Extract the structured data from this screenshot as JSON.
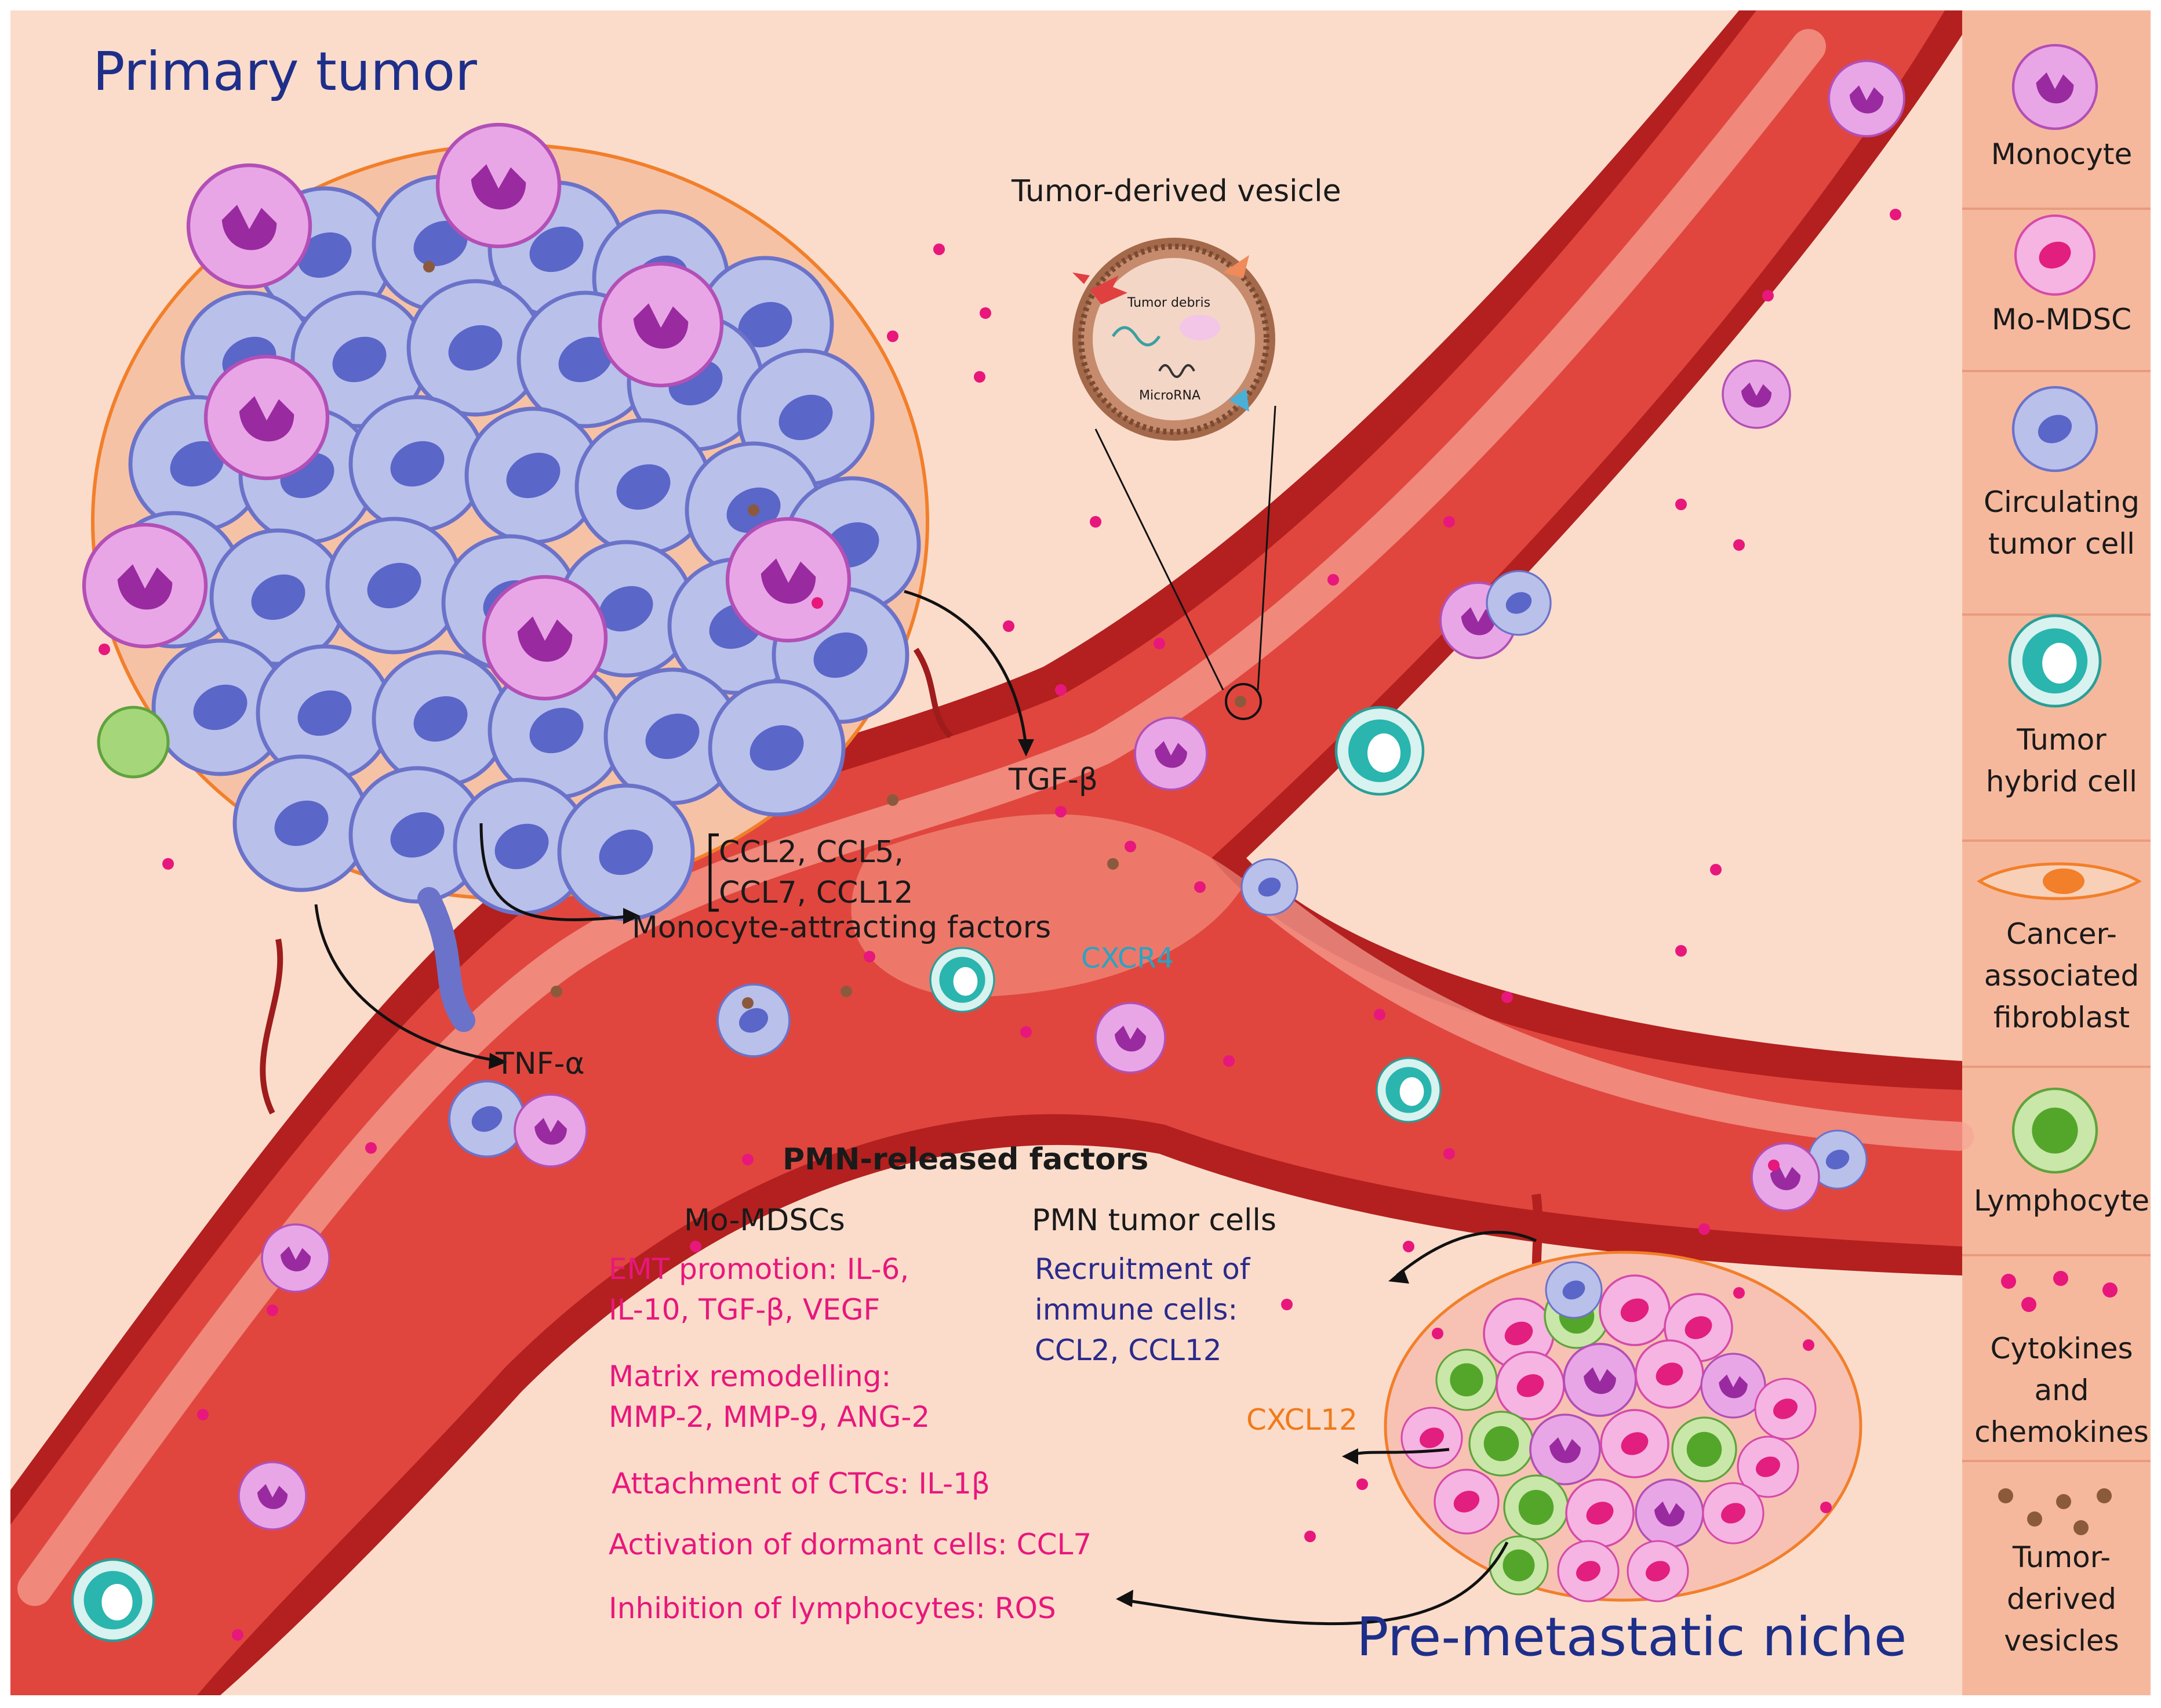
{
  "titles": {
    "primary_tumor": "Primary tumor",
    "pre_metastatic_niche": "Pre-metastatic niche"
  },
  "vesicle": {
    "title": "Tumor-derived vesicle",
    "debris_label": "Tumor debris",
    "microrna_label": "MicroRNA"
  },
  "factors": {
    "tgf_beta": "TGF-β",
    "ccl_line1": "CCL2, CCL5,",
    "ccl_line2": "CCL7, CCL12",
    "monocyte_attracting": "Monocyte-attracting factors",
    "tnf_alpha": "TNF-α",
    "cxcr4": "CXCR4",
    "cxcl12": "CXCL12"
  },
  "pmn": {
    "heading": "PMN-released factors",
    "mo_mdscs_heading": "Mo-MDSCs",
    "pmn_tumor_heading": "PMN tumor cells",
    "mdsc_items": [
      [
        "EMT promotion: IL-6,",
        "IL-10, TGF-β, VEGF"
      ],
      [
        "Matrix remodelling:",
        "MMP-2, MMP-9, ANG-2"
      ],
      [
        "Attachment of CTCs: IL-1β"
      ],
      [
        "Activation of dormant cells: CCL7"
      ],
      [
        "Inhibition of lymphocytes: ROS"
      ]
    ],
    "tumor_items": [
      "Recruitment of",
      "immune cells:",
      "CCL2, CCL12"
    ]
  },
  "legend": [
    {
      "lines": [
        "Monocyte"
      ],
      "icon": "monocyte-icon"
    },
    {
      "lines": [
        "Mo-MDSC"
      ],
      "icon": "mo-mdsc-icon"
    },
    {
      "lines": [
        "Circulating",
        "tumor cell"
      ],
      "icon": "circulating-tumor-cell-icon"
    },
    {
      "lines": [
        "Tumor",
        "hybrid cell"
      ],
      "icon": "tumor-hybrid-cell-icon"
    },
    {
      "lines": [
        "Cancer-",
        "associated",
        "fibroblast"
      ],
      "icon": "fibroblast-icon"
    },
    {
      "lines": [
        "Lymphocyte"
      ],
      "icon": "lymphocyte-icon"
    },
    {
      "lines": [
        "Cytokines",
        "and",
        "chemokines"
      ],
      "icon": "cytokine-dots-icon"
    },
    {
      "lines": [
        "Tumor-",
        "derived",
        "vesicles"
      ],
      "icon": "vesicle-dots-icon"
    }
  ],
  "colors": {
    "background": "#fbdccb",
    "vessel": "#e0463e",
    "vessel_dark": "#a51c1c",
    "vessel_light": "#f6a08f",
    "tumor_cell": "#b9c0ea",
    "tumor_nucleus": "#5a66c8",
    "monocyte": "#e8a6e6",
    "monocyte_nucleus": "#9a2aa0",
    "mdsc": "#f5b4e2",
    "mdsc_nucleus": "#e21e7e",
    "hybrid": "#2ab5ae",
    "lymphocyte": "#8fc85c",
    "fibroblast": "#f27f2a",
    "cytokine": "#e8177c",
    "vesicle_dot": "#8b5a3c",
    "title_blue": "#1e2f8a"
  }
}
